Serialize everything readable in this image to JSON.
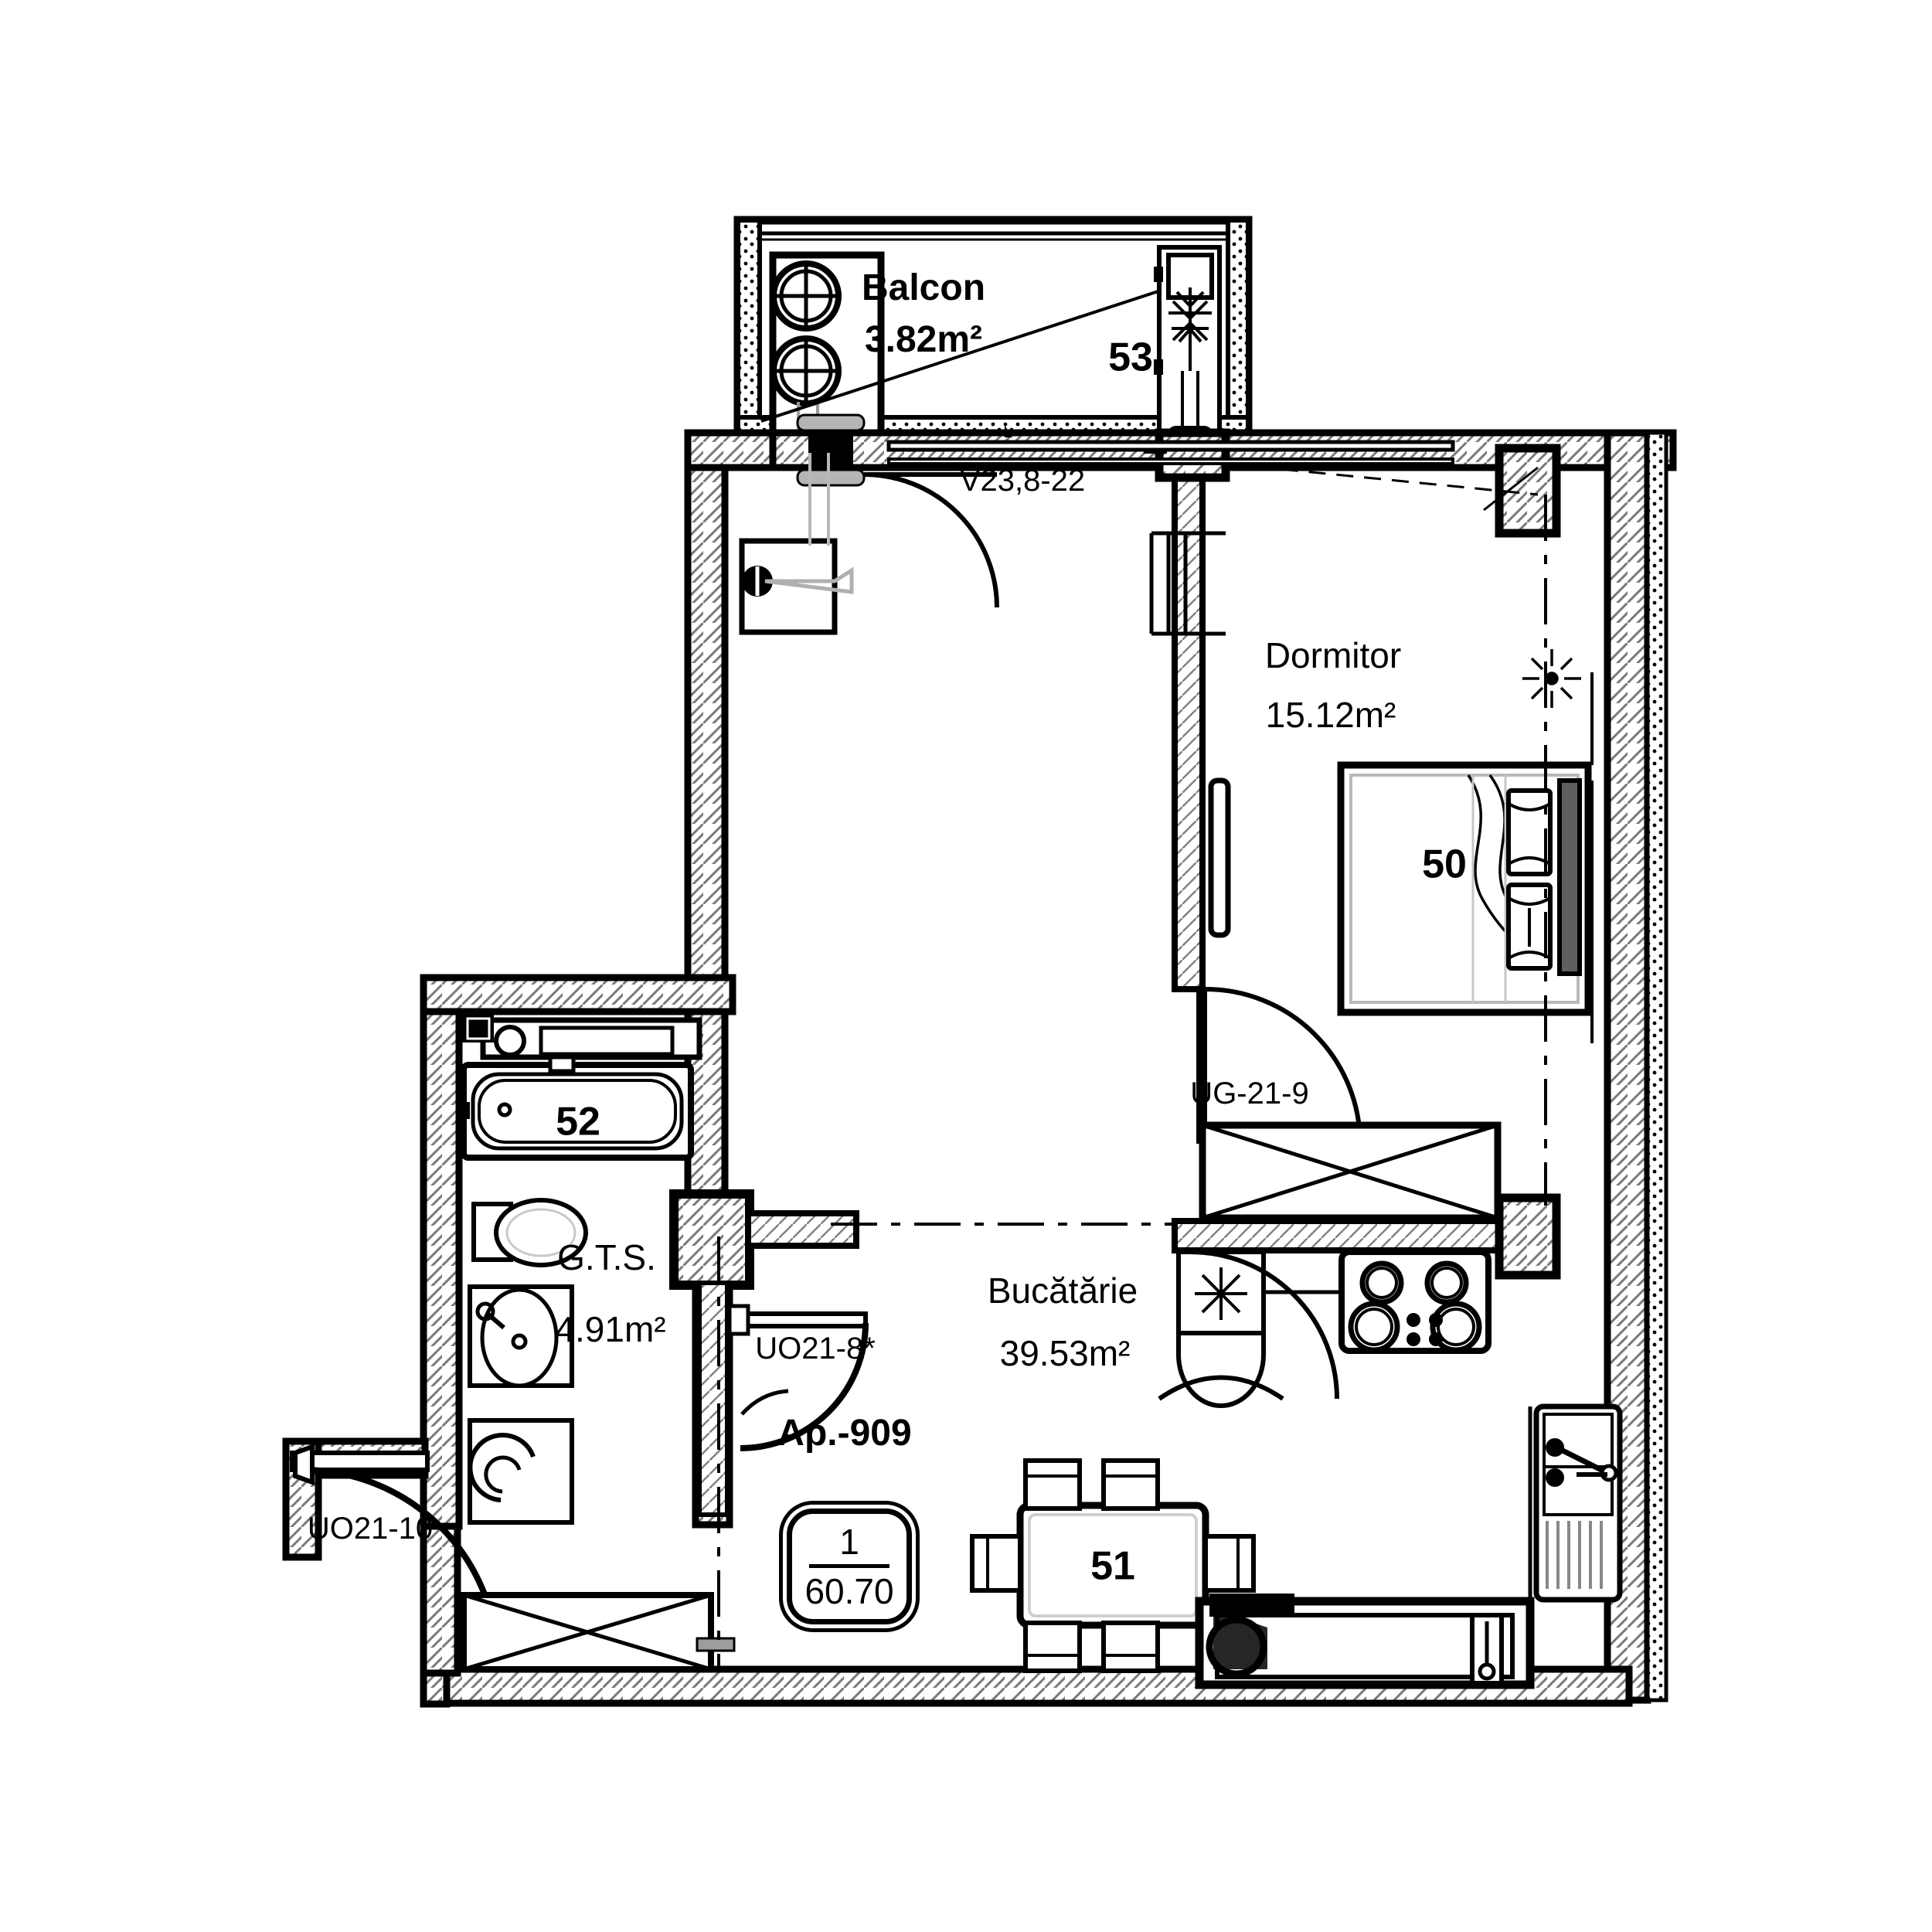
{
  "plan": {
    "title": "Ap.-909",
    "apartment_code": "Ap.-909",
    "badge": {
      "type_number": "1",
      "total_area": "60.70"
    },
    "rooms": [
      {
        "id": "balcon",
        "name": "Balcon",
        "area": "3.82m²",
        "marker": "53"
      },
      {
        "id": "dormitor",
        "name": "Dormitor",
        "area": "15.12m²",
        "marker": "50"
      },
      {
        "id": "bucatarie",
        "name": "Bucătărie",
        "area": "39.53m²",
        "marker": "51"
      },
      {
        "id": "gts",
        "name": "G.T.S.",
        "area": "4.91m²",
        "marker": "52"
      }
    ],
    "openings": [
      {
        "id": "v23-8-22",
        "code": "V23,8-22"
      },
      {
        "id": "ug-21-9",
        "code": "UG-21-9"
      },
      {
        "id": "uo21-8",
        "code": "UO21-8*"
      },
      {
        "id": "uo21-10",
        "code": "UO21-10"
      }
    ],
    "colors": {
      "line": "#000000",
      "fill": "#ffffff",
      "hatch": "#6f6f6f"
    }
  }
}
